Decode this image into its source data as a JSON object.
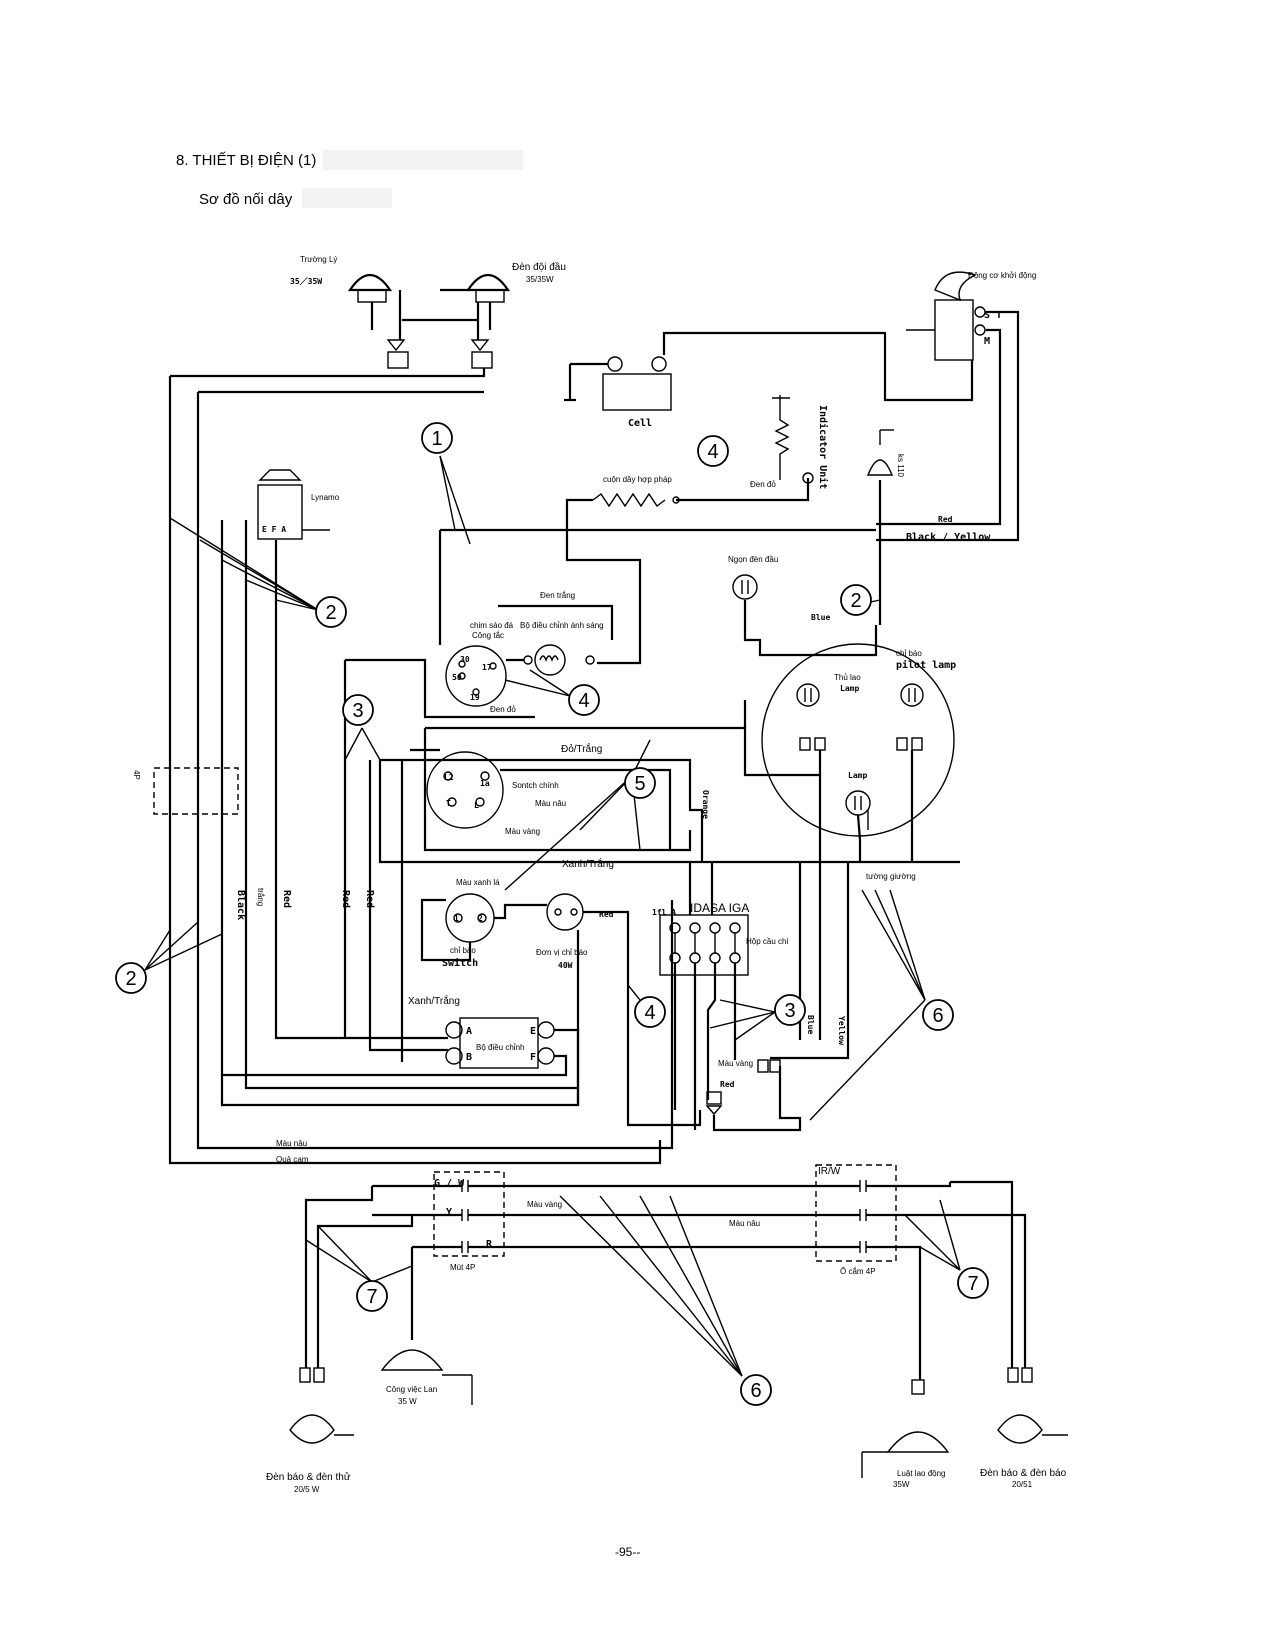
{
  "header": {
    "title": "8. THIẾT BỊ ĐIỆN (1)",
    "subtitle": "Sơ đồ nối dây"
  },
  "footer": {
    "page_number": "-95--"
  },
  "diagram": {
    "callouts": [
      "1",
      "2",
      "2",
      "2",
      "3",
      "3",
      "3",
      "4",
      "4",
      "4",
      "5",
      "6",
      "6",
      "6",
      "7",
      "7"
    ],
    "components": {
      "headlight_left": "Trường Lý",
      "headlight_left_rating": "35／35W",
      "headlight_right": "Đèn đội đầu",
      "headlight_right_rating": "35/35W",
      "starter": "Động cơ khởi động",
      "starter_terminal_st": "S T",
      "starter_terminal_m": "M",
      "battery": "Cell",
      "indicator_unit": "Indicator Unit",
      "glow_plug": "ks 110",
      "resistor": "cuộn dây hợp pháp",
      "dynamo": "Lynamo",
      "dynamo_terminals": "E  F  A",
      "heater_switch": "chim sáo đá",
      "heater_switch_sub": "Công tắc",
      "heater_switch_terminals": [
        "30",
        "17",
        "50",
        "19"
      ],
      "light_regulator": "Bộ điều chỉnh ánh sáng",
      "head_lamp_bulb": "Ngọn đèn đầu",
      "pilot_label": "chỉ báo",
      "pilot_lamp": "pilot lamp",
      "tail_label": "Thủ lao",
      "tail_lamp": "Lamp",
      "panel_lamp": "Lamp",
      "main_switch": "Sontch chính",
      "main_switch_terminals": [
        "L2",
        "1a",
        "T",
        "L"
      ],
      "indicator_switch_label": "chỉ báo",
      "indicator_switch": "Switch",
      "indicator_switch_top": "Màu xanh lá",
      "indicator_switch_terminals": [
        "1",
        "2"
      ],
      "flasher": "Đơn vị chỉ báo",
      "flasher_rating": "40W",
      "fuse_box": "Hộp cầu chì",
      "fuse_box_header": "IDASA IGA",
      "fuse_box_left": "1fl A",
      "regulator": "Bộ điều chỉnh",
      "regulator_terminals": [
        "A",
        "E",
        "B",
        "F"
      ],
      "connector_left_tag": "4P",
      "connector_male": "Mút 4P",
      "connector_male_pins": [
        "G / W",
        "Y",
        "R"
      ],
      "connector_female": "Ổ cắm 4P",
      "connector_female_pin": "IR/W",
      "work_light_left": "Công việc Lan",
      "work_light_left_rating": "35 W",
      "work_light_right": "Luật lao động",
      "work_light_right_rating": "35W",
      "rear_left": "Đèn báo & đèn thử",
      "rear_left_rating": "20/5 W",
      "rear_right": "Đèn báo & đèn báo",
      "rear_right_rating": "20/51"
    },
    "wire_labels": {
      "red_black_top": "Đen đỏ",
      "white_black": "Đen trắng",
      "red_black_mid": "Đen đỏ",
      "red": "Red",
      "black_yellow": "Black / Yellow",
      "blue": "Blue",
      "red_white": "Đỏ/Trắng",
      "brown_1": "Màu nâu",
      "yellow_1": "Màu vàng",
      "orange_v": "Orange",
      "green_white_1": "Xanh/Trắng",
      "wall_lamp": "tường giường",
      "green_white_2": "Xanh/Trắng",
      "black_v": "Black",
      "white_v": "trắng",
      "red_v1": "Red",
      "red_v2": "Red",
      "red_v3": "Red",
      "red_flasher": "Red",
      "blue_v": "Blue",
      "yellow_v": "Yellow",
      "yellow_2": "Màu vàng",
      "red_2": "Red",
      "brown_2": "Màu nâu",
      "orange_2": "Quả cam",
      "yellow_3": "Màu vàng",
      "brown_3": "Màu nâu"
    }
  }
}
